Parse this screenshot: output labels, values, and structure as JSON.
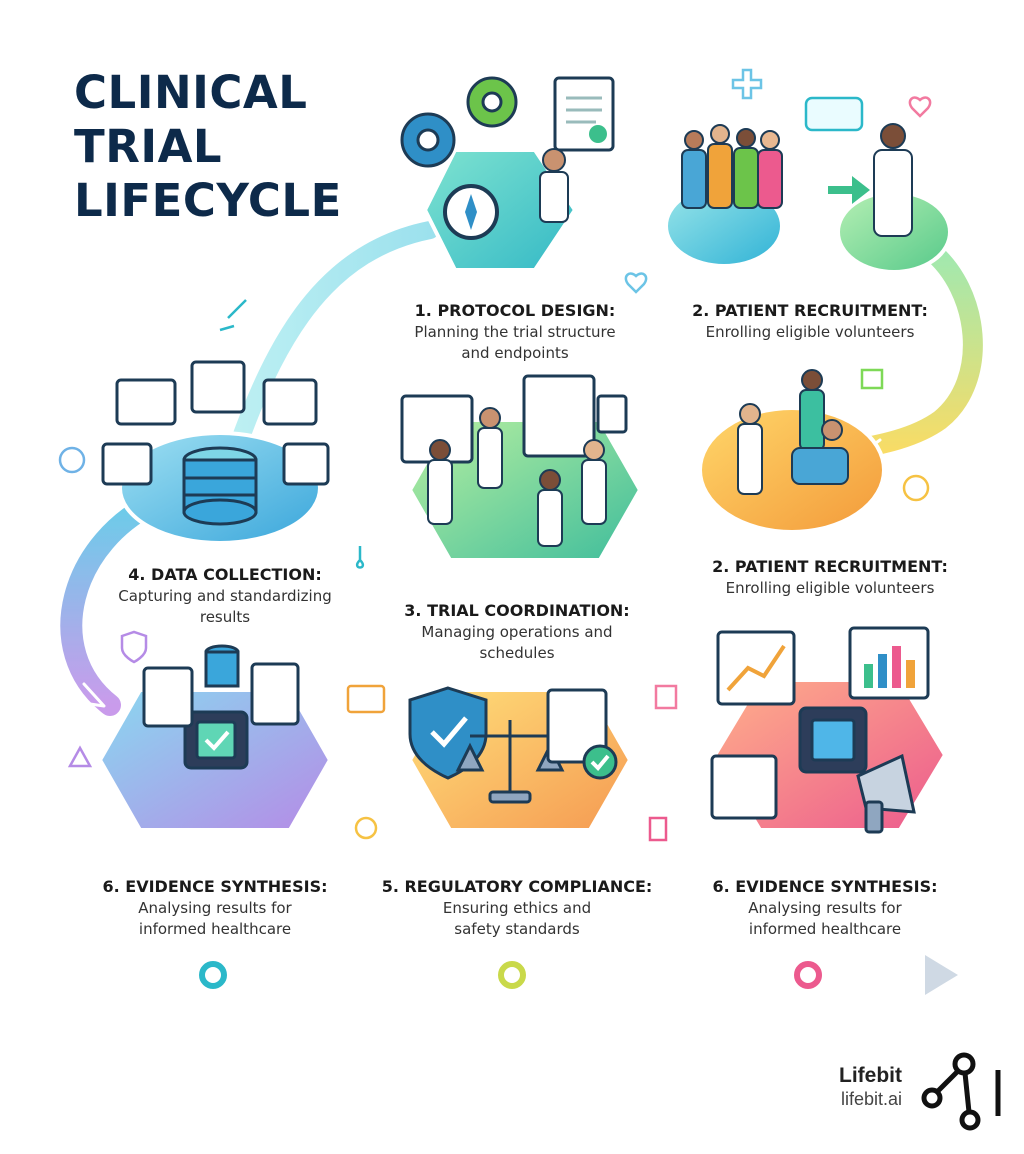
{
  "title": [
    "CLINICAL",
    "TRIAL",
    "LIFECYCLE"
  ],
  "stages": [
    {
      "heading": "1. PROTOCOL DESIGN:",
      "lines": [
        "Planning the trial structure",
        "and endpoints"
      ]
    },
    {
      "heading": "2. PATIENT RECRUITMENT:",
      "lines": [
        "Enrolling eligible volunteers"
      ]
    },
    {
      "heading": "2. PATIENT RECRUITMENT:",
      "lines": [
        "Enrolling eligible volunteers"
      ]
    },
    {
      "heading": "3. TRIAL COORDINATION:",
      "lines": [
        "Managing operations and",
        "schedules"
      ]
    },
    {
      "heading": "4. DATA COLLECTION:",
      "lines": [
        "Capturing and standardizing",
        "results"
      ]
    },
    {
      "heading": "6. EVIDENCE SYNTHESIS:",
      "lines": [
        "Analysing results for",
        "informed healthcare"
      ]
    },
    {
      "heading": "5. REGULATORY COMPLIANCE:",
      "lines": [
        "Ensuring ethics and",
        "safety standards"
      ]
    },
    {
      "heading": "6. EVIDENCE SYNTHESIS:",
      "lines": [
        "Analysing results for",
        "informed healthcare"
      ]
    }
  ],
  "brand": {
    "name": "Lifebit",
    "url": "lifebit.ai"
  },
  "colors": {
    "title": "#0d2a4a",
    "teal": "#2bb8c9",
    "green": "#7ed957",
    "yellow": "#f6d443",
    "orange": "#f7a23b",
    "pink": "#ec5a8e",
    "purple": "#b184e6"
  },
  "icons": [
    "gear-icon",
    "compass-icon",
    "document-icon",
    "people-group-icon",
    "doctor-icon",
    "database-icon",
    "chip-icon",
    "shield-check-icon",
    "scales-icon",
    "chart-icon",
    "megaphone-icon",
    "lifebit-logo"
  ]
}
